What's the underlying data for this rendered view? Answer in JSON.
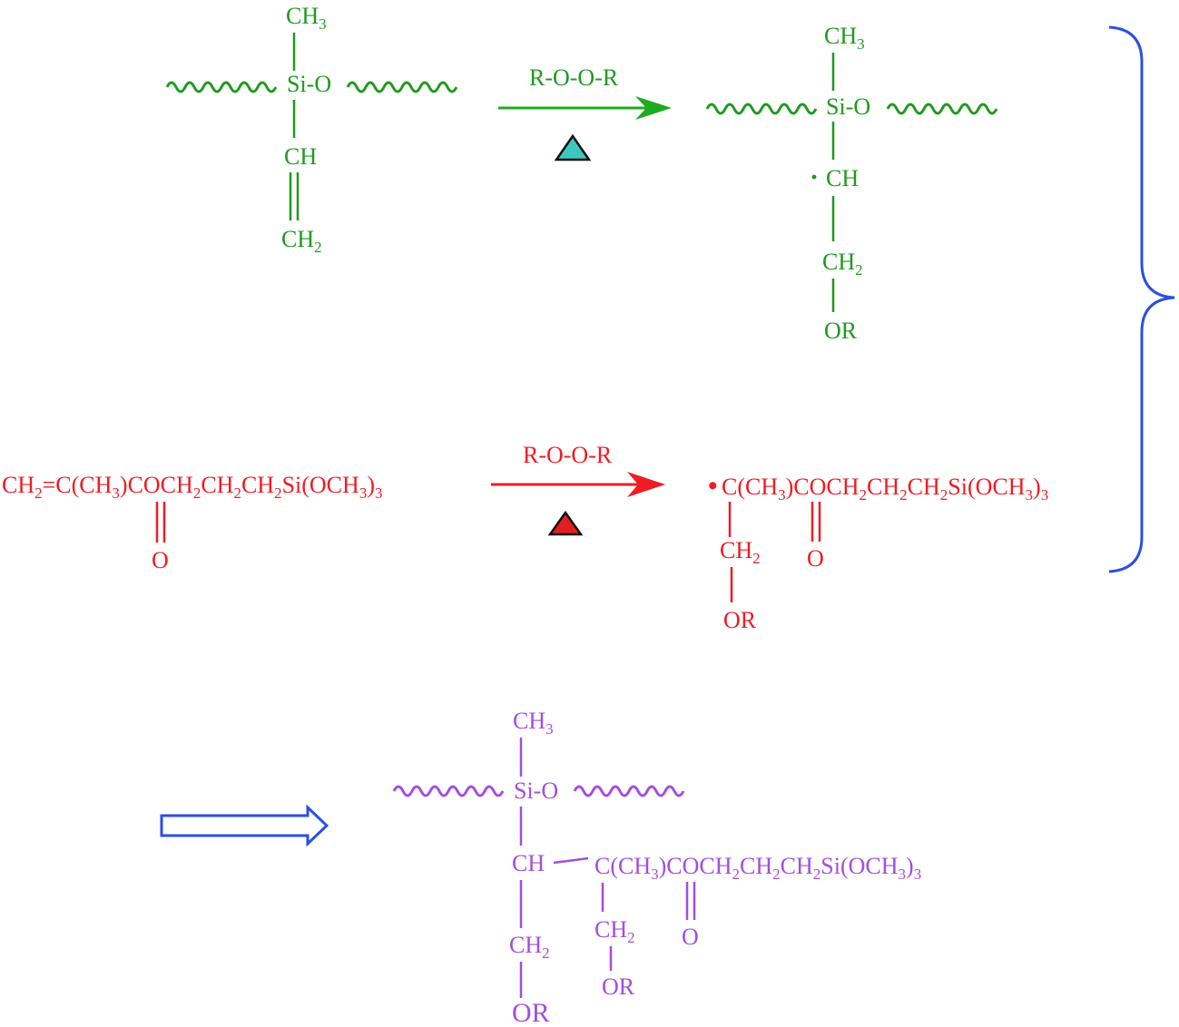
{
  "colors": {
    "green": "#1e9a1e",
    "red": "#ee1c24",
    "purple": "#a24de0",
    "blue": "#2b4fe0",
    "cyan_triangle": "#3cc8c0",
    "red_triangle": "#e02020"
  },
  "reaction1": {
    "reactant": {
      "ch3": "CH",
      "ch3_sub": "3",
      "sio": "Si-O",
      "ch": "CH",
      "ch2": "CH",
      "ch2_sub": "2"
    },
    "reagent": "R-O-O-R",
    "product": {
      "ch3": "CH",
      "ch3_sub": "3",
      "sio": "Si-O",
      "dot": "·",
      "ch": "CH",
      "ch2": "CH",
      "ch2_sub": "2",
      "or": "OR"
    }
  },
  "reaction2": {
    "reactant": {
      "parts": [
        "CH",
        "2",
        "=C(CH",
        "3",
        ")COCH",
        "2",
        "CH",
        "2",
        "CH",
        "2",
        "Si(OCH",
        "3",
        ")",
        "3"
      ],
      "o": "O"
    },
    "reagent": "R-O-O-R",
    "product": {
      "dot": "•",
      "parts": [
        "C(CH",
        "3",
        ")COCH",
        "2",
        "CH",
        "2",
        "CH",
        "2",
        "Si(OCH",
        "3",
        ")",
        "3"
      ],
      "o": "O",
      "ch2": "CH",
      "ch2_sub": "2",
      "or": "OR"
    }
  },
  "final_product": {
    "ch3": "CH",
    "ch3_sub": "3",
    "sio": "Si-O",
    "ch": "CH",
    "parts": [
      "C(CH",
      "3",
      ")COCH",
      "2",
      "CH",
      "2",
      "CH",
      "2",
      "Si(OCH",
      "3",
      ")",
      "3"
    ],
    "o": "O",
    "ch2_left": "CH",
    "ch2_left_sub": "2",
    "or_left": "OR",
    "ch2_right": "CH",
    "ch2_right_sub": "2",
    "or_right": "OR"
  }
}
